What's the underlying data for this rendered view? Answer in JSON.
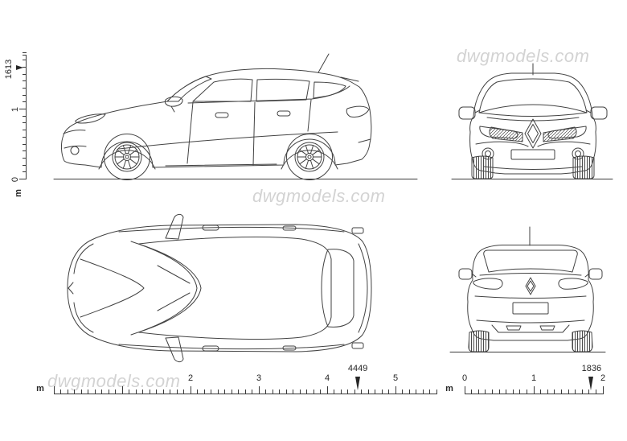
{
  "watermark": {
    "text": "dwgmodels.com",
    "color": "#d3d3d3"
  },
  "rulers": {
    "side_height": {
      "unit": "m",
      "labels": [
        {
          "text": "0",
          "m": 0
        },
        {
          "text": "1",
          "m": 1
        }
      ],
      "marker": {
        "text": "1613",
        "m": 1.613
      },
      "extent_m": 1.77
    },
    "length": {
      "unit": "m",
      "labels": [
        {
          "text": "2",
          "m": 2
        },
        {
          "text": "3",
          "m": 3
        },
        {
          "text": "4",
          "m": 4
        },
        {
          "text": "5",
          "m": 5
        }
      ],
      "marker": {
        "text": "4449",
        "m": 4.449
      },
      "extent_m": 5.6
    },
    "width": {
      "unit": "m",
      "labels": [
        {
          "text": "0",
          "m": 0
        },
        {
          "text": "1",
          "m": 1
        },
        {
          "text": "2",
          "m": 2
        }
      ],
      "marker": {
        "text": "1836",
        "m": 1.836
      },
      "extent_m": 2.0
    }
  }
}
